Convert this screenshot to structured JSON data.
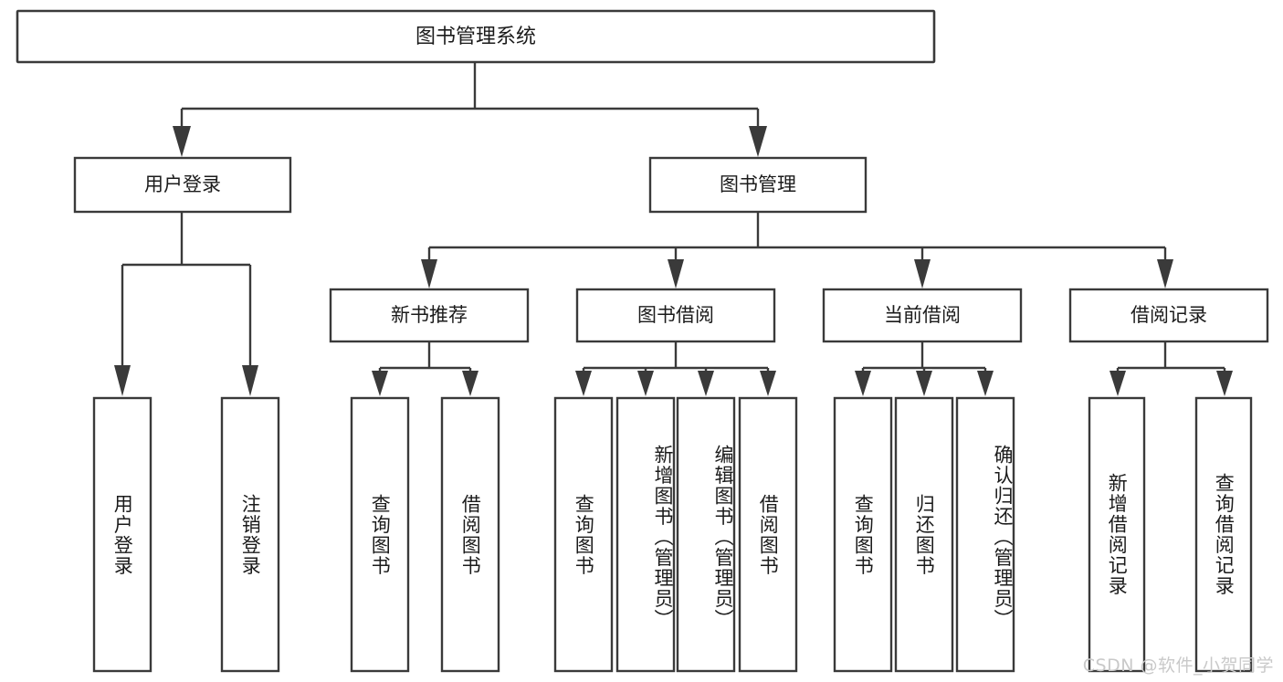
{
  "diagram": {
    "type": "tree",
    "title": "图书管理系统",
    "root": {
      "id": "root",
      "label": "图书管理系统",
      "orientation": "horizontal"
    },
    "level2": [
      {
        "id": "user-login",
        "label": "用户登录",
        "orientation": "horizontal"
      },
      {
        "id": "book-manage",
        "label": "图书管理",
        "orientation": "horizontal"
      }
    ],
    "level3": [
      {
        "id": "new-book-recommend",
        "label": "新书推荐",
        "orientation": "horizontal",
        "parent": "book-manage"
      },
      {
        "id": "book-borrow",
        "label": "图书借阅",
        "orientation": "horizontal",
        "parent": "book-manage"
      },
      {
        "id": "current-borrow",
        "label": "当前借阅",
        "orientation": "horizontal",
        "parent": "book-manage"
      },
      {
        "id": "borrow-record",
        "label": "借阅记录",
        "orientation": "horizontal",
        "parent": "book-manage"
      }
    ],
    "leaves": [
      {
        "id": "leaf-user-login",
        "label": "用户登录",
        "parent": "user-login",
        "orientation": "vertical"
      },
      {
        "id": "leaf-user-logout",
        "label": "注销登录",
        "parent": "user-login",
        "orientation": "vertical"
      },
      {
        "id": "leaf-query-book-1",
        "label": "查询图书",
        "parent": "new-book-recommend",
        "orientation": "vertical"
      },
      {
        "id": "leaf-borrow-book-1",
        "label": "借阅图书",
        "parent": "new-book-recommend",
        "orientation": "vertical"
      },
      {
        "id": "leaf-query-book-2",
        "label": "查询图书",
        "parent": "book-borrow",
        "orientation": "vertical"
      },
      {
        "id": "leaf-add-book",
        "label": "新增图书（管理员）",
        "parent": "book-borrow",
        "orientation": "vertical"
      },
      {
        "id": "leaf-edit-book",
        "label": "编辑图书（管理员）",
        "parent": "book-borrow",
        "orientation": "vertical"
      },
      {
        "id": "leaf-borrow-book-2",
        "label": "借阅图书",
        "parent": "book-borrow",
        "orientation": "vertical"
      },
      {
        "id": "leaf-query-book-3",
        "label": "查询图书",
        "parent": "current-borrow",
        "orientation": "vertical"
      },
      {
        "id": "leaf-return-book",
        "label": "归还图书",
        "parent": "current-borrow",
        "orientation": "vertical"
      },
      {
        "id": "leaf-confirm-return",
        "label": "确认归还（管理员）",
        "parent": "current-borrow",
        "orientation": "vertical"
      },
      {
        "id": "leaf-add-record",
        "label": "新增借阅记录",
        "parent": "borrow-record",
        "orientation": "vertical"
      },
      {
        "id": "leaf-query-record",
        "label": "查询借阅记录",
        "parent": "borrow-record",
        "orientation": "vertical"
      }
    ],
    "colors": {
      "stroke": "#3a3a3a",
      "fill": "#ffffff",
      "text": "#1b1b1b",
      "background": "#ffffff",
      "watermark": "#c9c9c9"
    }
  },
  "watermark": {
    "text": "CSDN @软件_小贺同学"
  }
}
